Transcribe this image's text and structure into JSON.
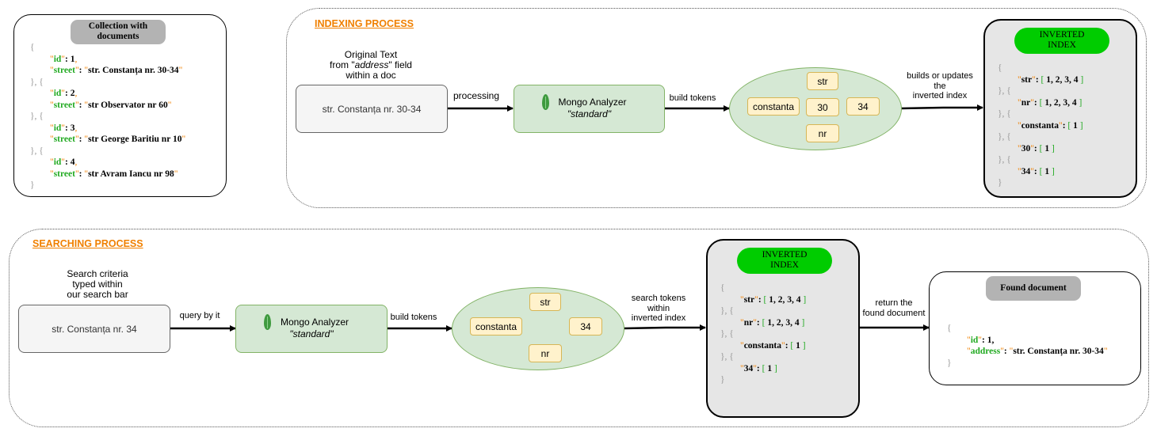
{
  "collection": {
    "title": "Collection with documents",
    "docs": [
      {
        "id": "1",
        "street": "str. Constanța nr. 30-34"
      },
      {
        "id": "2",
        "street": "str Observator nr 60"
      },
      {
        "id": "3",
        "street": "str George Baritiu nr 10"
      },
      {
        "id": "4",
        "street": "str Avram Iancu nr 98"
      }
    ]
  },
  "indexing": {
    "title": "INDEXING PROCESS",
    "caption_line1": "Original Text",
    "caption_line2_pre": "from \"",
    "caption_line2_field": "address",
    "caption_line2_post": "\" field",
    "caption_line3": "within a doc",
    "input_text": "str. Constanța nr. 30-34",
    "arrow_processing": "processing",
    "analyzer_name": "Mongo Analyzer",
    "analyzer_type": "\"standard\"",
    "arrow_build_tokens": "build tokens",
    "tokens": [
      "str",
      "constanta",
      "30",
      "34",
      "nr"
    ],
    "arrow_update_line1": "builds or updates",
    "arrow_update_line2": "the",
    "arrow_update_line3": "inverted index",
    "inverted_index_title_line1": "INVERTED",
    "inverted_index_title_line2": "INDEX",
    "index_entries": [
      {
        "token": "str",
        "ids": "1, 2, 3, 4"
      },
      {
        "token": "nr",
        "ids": "1, 2, 3, 4"
      },
      {
        "token": "constanta",
        "ids": "1"
      },
      {
        "token": "30",
        "ids": "1"
      },
      {
        "token": "34",
        "ids": "1"
      }
    ]
  },
  "searching": {
    "title": "SEARCHING PROCESS",
    "caption_line1": "Search criteria",
    "caption_line2": "typed within",
    "caption_line3": "our search bar",
    "input_text": "str. Constanța nr. 34",
    "arrow_query": "query by it",
    "analyzer_name": "Mongo Analyzer",
    "analyzer_type": "\"standard\"",
    "arrow_build_tokens": "build tokens",
    "tokens": [
      "str",
      "constanta",
      "34",
      "nr"
    ],
    "arrow_search_line1": "search tokens",
    "arrow_search_line2": "within",
    "arrow_search_line3": "inverted index",
    "inverted_index_title_line1": "INVERTED",
    "inverted_index_title_line2": "INDEX",
    "index_entries": [
      {
        "token": "str",
        "ids": "1, 2, 3, 4"
      },
      {
        "token": "nr",
        "ids": "1, 2, 3, 4"
      },
      {
        "token": "constanta",
        "ids": "1"
      },
      {
        "token": "34",
        "ids": "1"
      }
    ],
    "arrow_return_line1": "return the",
    "arrow_return_line2": "found document",
    "found_title": "Found document",
    "found_doc": {
      "id": "1",
      "address": "str. Constanța nr. 30-34"
    }
  },
  "colors": {
    "section_title": "#f08000",
    "analyzer_fill": "#d5e8d4",
    "token_fill": "#fff2cc",
    "json_key": "#22aa22",
    "inverted_index_header": "#00cc00"
  }
}
